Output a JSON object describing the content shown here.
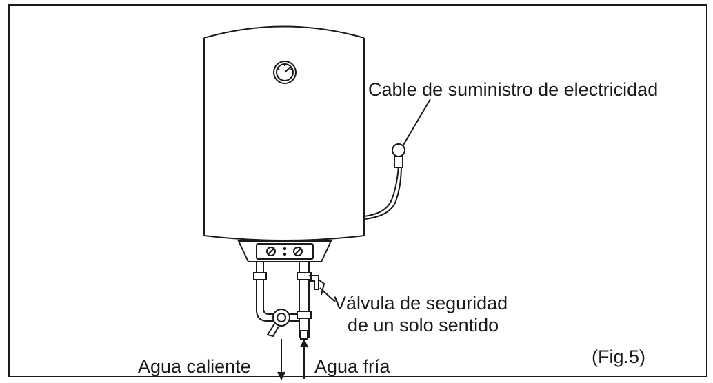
{
  "labels": {
    "cable": "Cable de suministro de electricidad",
    "valve_line1": "Válvula de seguridad",
    "valve_line2": "de un solo sentido",
    "hot_water": "Agua caliente",
    "cold_water": "Agua fría",
    "figure": "(Fig.5)"
  },
  "colors": {
    "ink": "#1a1a1a",
    "background": "#ffffff"
  }
}
